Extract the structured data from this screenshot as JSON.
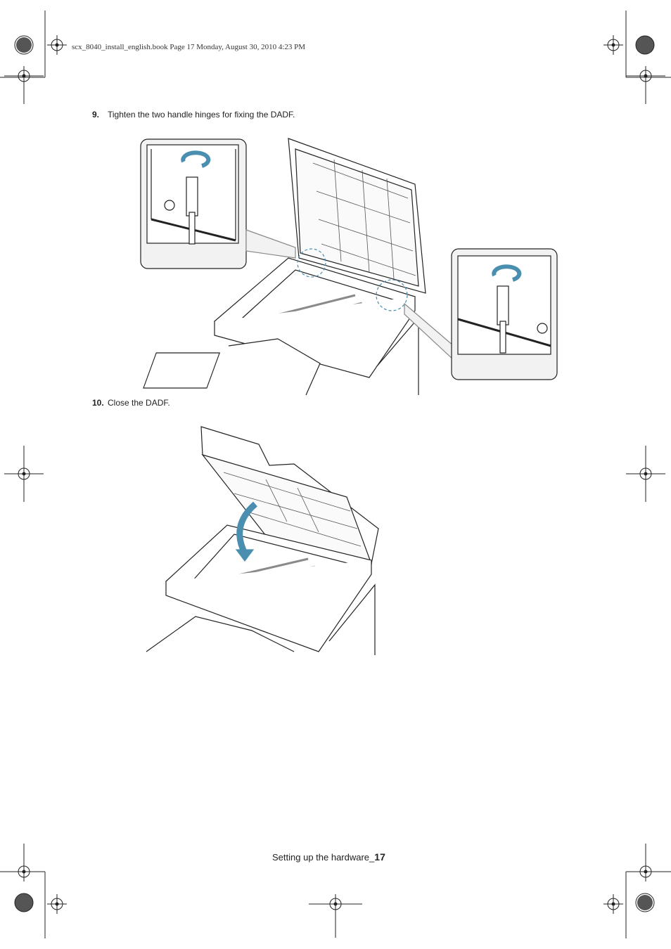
{
  "print_header": "scx_8040_install_english.book  Page 17  Monday, August 30, 2010  4:23 PM",
  "steps": [
    {
      "number": "9.",
      "text": "Tighten the two handle hinges for fixing the DADF."
    },
    {
      "number": "10.",
      "text": "Close the DADF."
    }
  ],
  "footer": {
    "title": "Setting up the hardware_",
    "page_number": "17"
  },
  "colors": {
    "ink": "#222222",
    "accent_arrow": "#4a8fb0",
    "callout_fill": "#f2f2f2",
    "glass_stripe": "#8a8a8a"
  }
}
